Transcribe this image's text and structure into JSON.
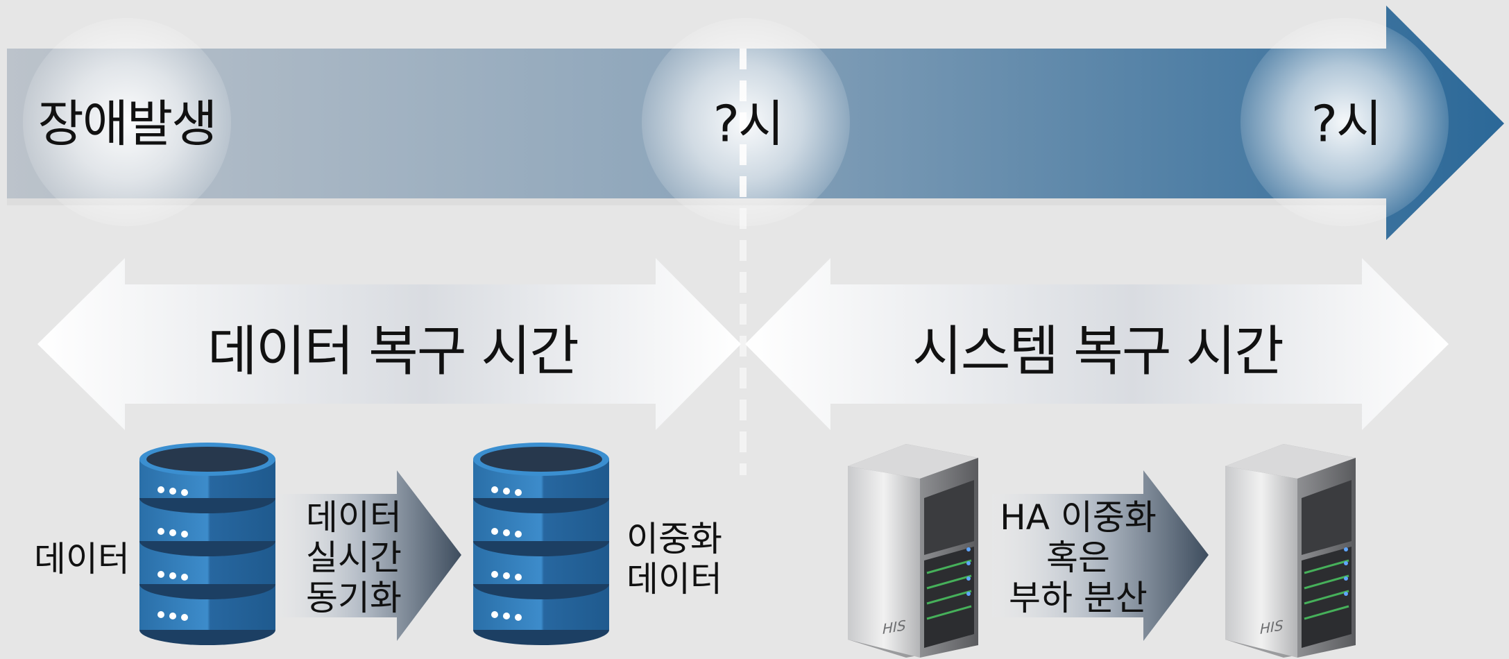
{
  "timeline": {
    "start_label": "장애발생",
    "mid_label": "?시",
    "end_label": "?시"
  },
  "intervals": {
    "data_recovery": "데이터 복구 시간",
    "system_recovery": "시스템 복구 시간"
  },
  "data_section": {
    "source_label": "데이터",
    "sync_label_lines": [
      "데이터",
      "실시간",
      "동기화"
    ],
    "replica_label_lines": [
      "이중화",
      "데이터"
    ]
  },
  "system_section": {
    "ha_label_lines": [
      "HA 이중화",
      "혹은",
      "부하 분산"
    ],
    "server_badge": "HIS"
  },
  "colors": {
    "background": "#e6e6e6",
    "timeline_start": "#b8bec6",
    "timeline_end": "#2d6a99",
    "db_blue": "#2e78b5",
    "db_dark": "#1f3147"
  }
}
